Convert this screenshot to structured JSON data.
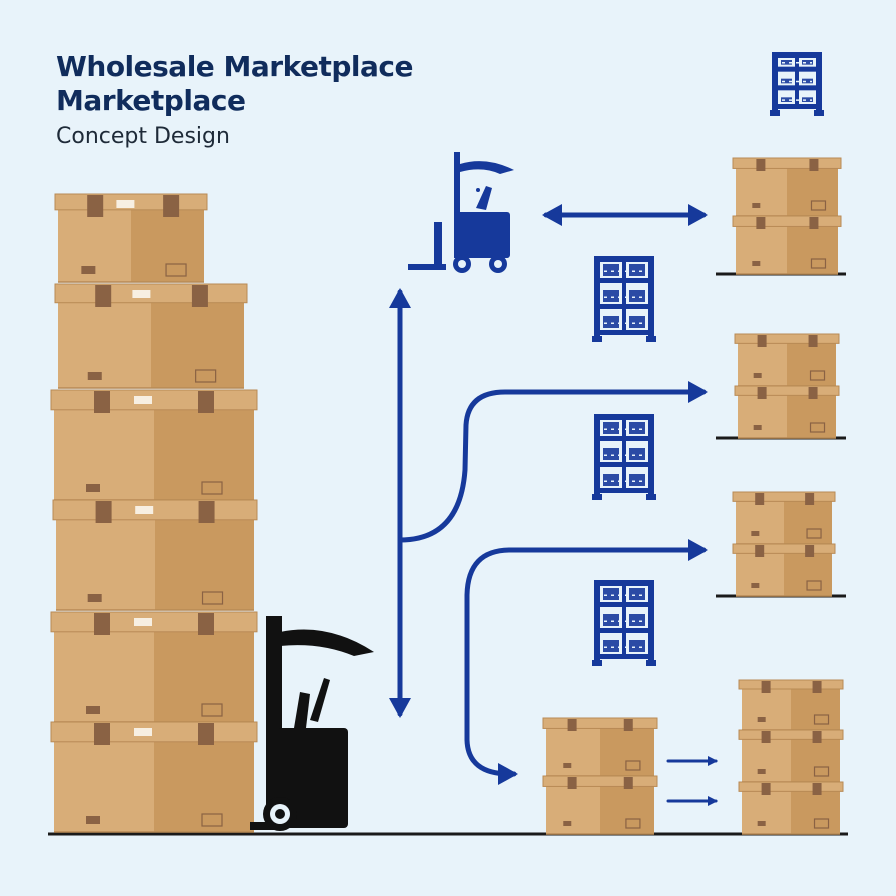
{
  "header": {
    "title_line_1": "Wholesale Marketplace",
    "title_line_2": "Marketplace",
    "subtitle": "Concept Design"
  },
  "colors": {
    "background": "#e8f3fa",
    "title": "#102c5c",
    "flow_blue": "#16399b",
    "box_light": "#d8ad78",
    "box_dark": "#c9995f",
    "box_tape": "#8a6244",
    "box_label": "#f7efe2",
    "forklift_dark": "#111111",
    "floor_line": "#1a1a1a"
  },
  "icons": {
    "top_right": "shelving-rack-icon",
    "racks": [
      "shelving-rack-icon",
      "shelving-rack-icon",
      "shelving-rack-icon"
    ],
    "forklift_blue": "forklift-icon",
    "forklift_black": "forklift-icon",
    "stack": "cardboard-box-icon"
  }
}
